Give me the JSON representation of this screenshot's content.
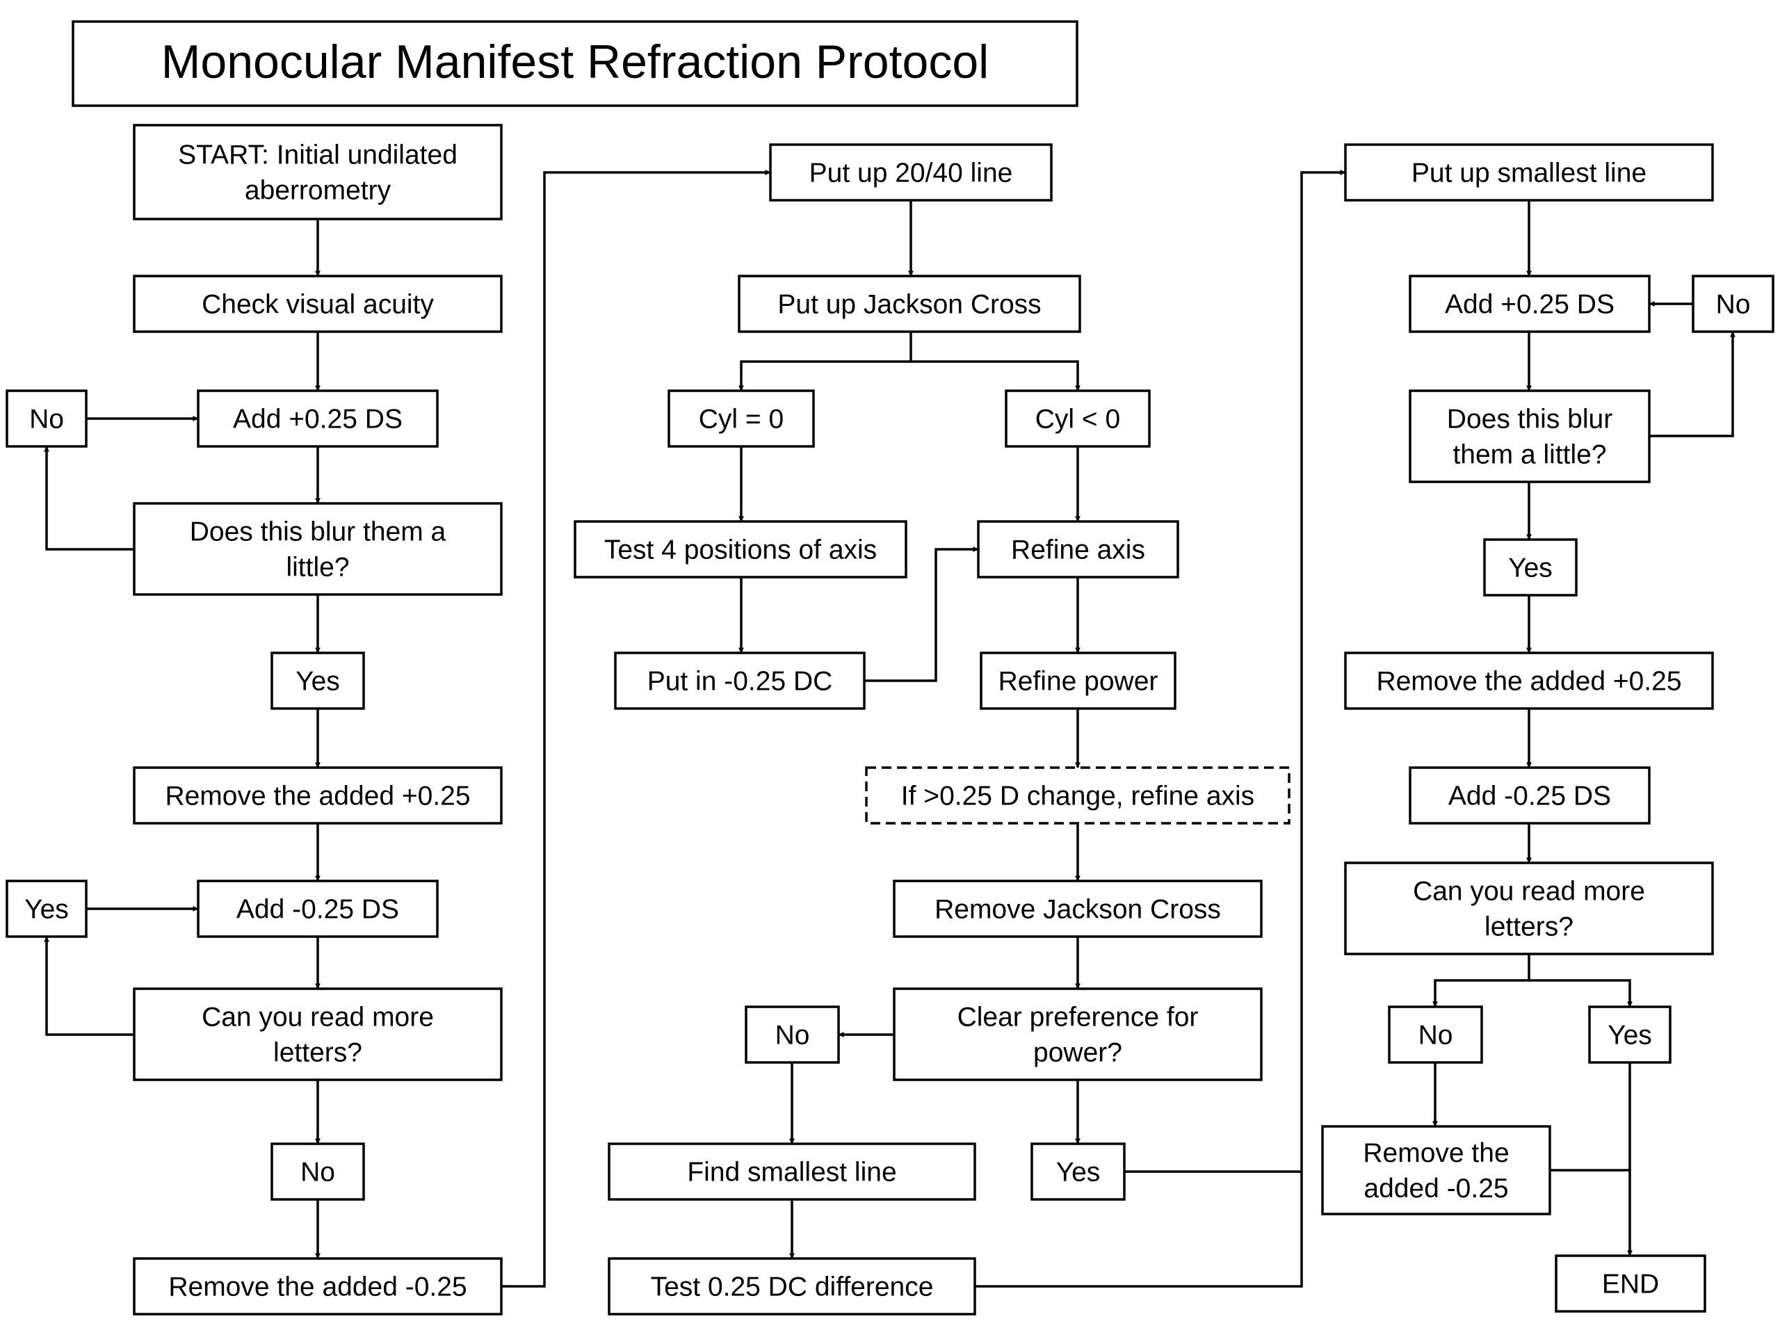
{
  "title": "Monocular Manifest Refraction Protocol",
  "nodes": {
    "start": [
      "START: Initial undilated",
      "aberrometry"
    ],
    "check_va": [
      "Check visual acuity"
    ],
    "no_a": [
      "No"
    ],
    "add_plus_a": [
      "Add +0.25 DS"
    ],
    "blur_a": [
      "Does this blur them a",
      "little?"
    ],
    "yes_a": [
      "Yes"
    ],
    "remove_plus_a": [
      "Remove the added +0.25"
    ],
    "yes_b": [
      "Yes"
    ],
    "add_minus_a": [
      "Add -0.25 DS"
    ],
    "read_a": [
      "Can you read more",
      "letters?"
    ],
    "no_b": [
      "No"
    ],
    "remove_minus_a": [
      "Remove the added -0.25"
    ],
    "put_2040": [
      "Put up 20/40 line"
    ],
    "put_jc": [
      "Put up Jackson Cross"
    ],
    "cyl_zero": [
      "Cyl = 0"
    ],
    "cyl_neg": [
      "Cyl < 0"
    ],
    "test4": [
      "Test 4 positions of axis"
    ],
    "refine_axis": [
      "Refine axis"
    ],
    "put_in_dc": [
      "Put in -0.25 DC"
    ],
    "refine_power": [
      "Refine power"
    ],
    "if_change": [
      "If >0.25 D change, refine axis"
    ],
    "remove_jc": [
      "Remove Jackson Cross"
    ],
    "no_c": [
      "No"
    ],
    "clear_pref": [
      "Clear preference for",
      "power?"
    ],
    "find_smallest": [
      "Find smallest line"
    ],
    "yes_c": [
      "Yes"
    ],
    "test_dc": [
      "Test 0.25 DC difference"
    ],
    "put_smallest": [
      "Put up smallest line"
    ],
    "add_plus_b": [
      "Add +0.25 DS"
    ],
    "no_d": [
      "No"
    ],
    "blur_b": [
      "Does this blur",
      "them a little?"
    ],
    "yes_d": [
      "Yes"
    ],
    "remove_plus_b": [
      "Remove the added +0.25"
    ],
    "add_minus_b": [
      "Add -0.25 DS"
    ],
    "read_b": [
      "Can you read more",
      "letters?"
    ],
    "no_e": [
      "No"
    ],
    "yes_e": [
      "Yes"
    ],
    "remove_minus_b": [
      "Remove the",
      "added -0.25"
    ],
    "end": [
      "END"
    ]
  }
}
